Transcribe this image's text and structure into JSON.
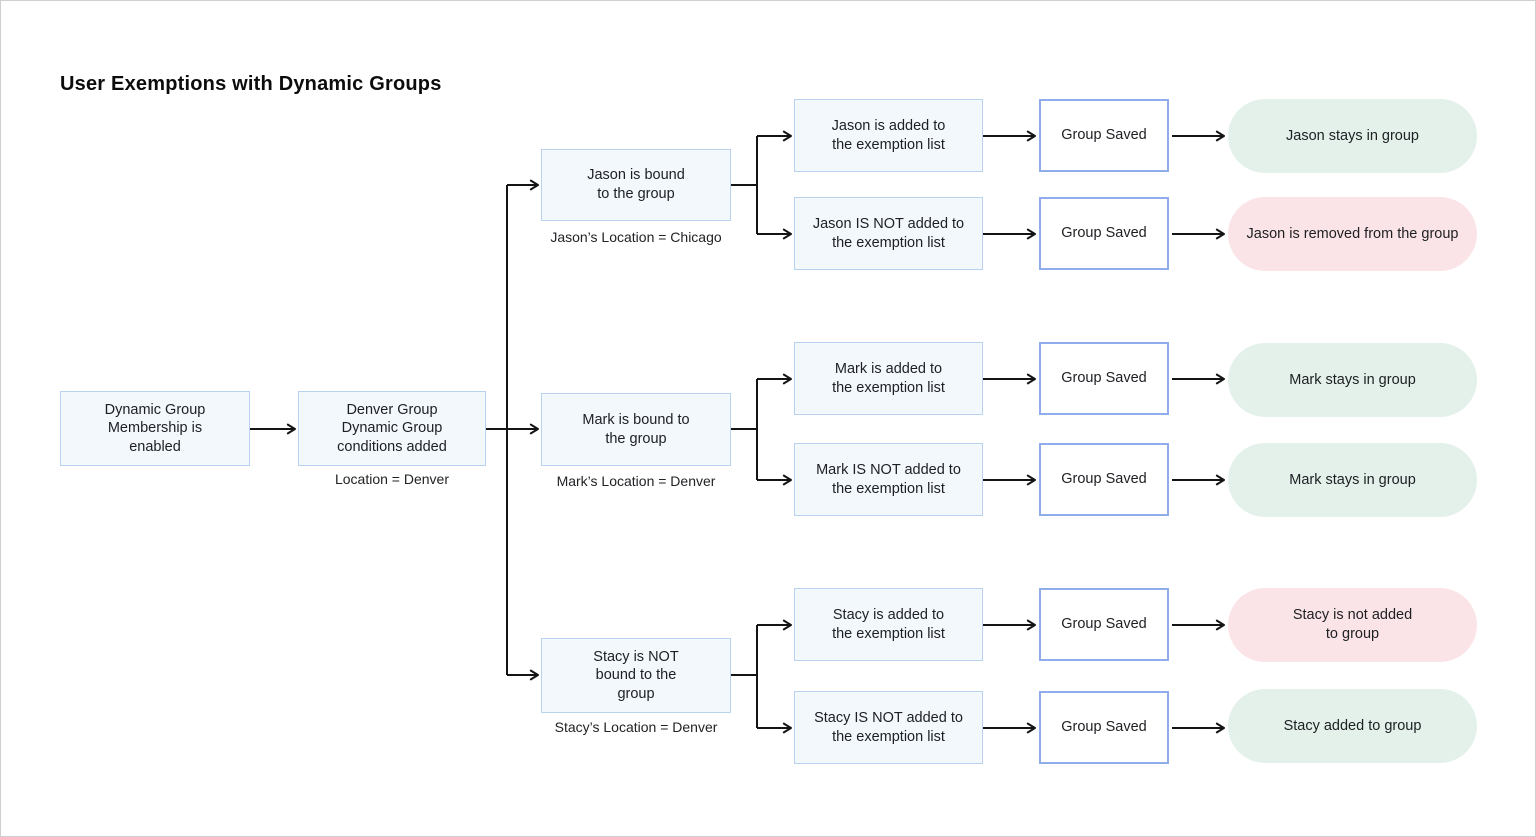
{
  "title": "User Exemptions with Dynamic Groups",
  "colors": {
    "node_fill": "#f3f8fc",
    "node_border": "#b9d2ef",
    "saved_fill": "#ffffff",
    "saved_border": "#8fadec",
    "positive_pill": "#e3f1ea",
    "negative_pill": "#fbe4e7",
    "arrow": "#141414",
    "text": "#1d1f23"
  },
  "flow": {
    "start": {
      "label": "Dynamic Group\nMembership is\nenabled"
    },
    "conditions": {
      "label": "Denver Group\nDynamic Group\nconditions added",
      "caption": "Location = Denver"
    },
    "branches": [
      {
        "user": "Jason",
        "bound": {
          "label": "Jason is bound\nto the group",
          "caption": "Jason’s Location = Chicago"
        },
        "paths": [
          {
            "action": "Jason is added to\nthe exemption list",
            "saved": "Group Saved",
            "outcome": {
              "label": "Jason stays in group",
              "type": "positive"
            }
          },
          {
            "action": "Jason IS NOT added to\nthe exemption list",
            "saved": "Group Saved",
            "outcome": {
              "label": "Jason is removed from the group",
              "type": "negative"
            }
          }
        ]
      },
      {
        "user": "Mark",
        "bound": {
          "label": "Mark is bound to\nthe group",
          "caption": "Mark’s Location = Denver"
        },
        "paths": [
          {
            "action": "Mark is added to\nthe exemption list",
            "saved": "Group Saved",
            "outcome": {
              "label": "Mark stays in group",
              "type": "positive"
            }
          },
          {
            "action": "Mark IS NOT added to\nthe exemption list",
            "saved": "Group Saved",
            "outcome": {
              "label": "Mark stays in group",
              "type": "positive"
            }
          }
        ]
      },
      {
        "user": "Stacy",
        "bound": {
          "label": "Stacy is NOT\nbound to the\ngroup",
          "caption": "Stacy’s Location = Denver"
        },
        "paths": [
          {
            "action": "Stacy is added to\nthe exemption list",
            "saved": "Group Saved",
            "outcome": {
              "label": "Stacy is not added\nto group",
              "type": "negative"
            }
          },
          {
            "action": "Stacy IS NOT added to\nthe exemption list",
            "saved": "Group Saved",
            "outcome": {
              "label": "Stacy added to group",
              "type": "positive"
            }
          }
        ]
      }
    ]
  }
}
